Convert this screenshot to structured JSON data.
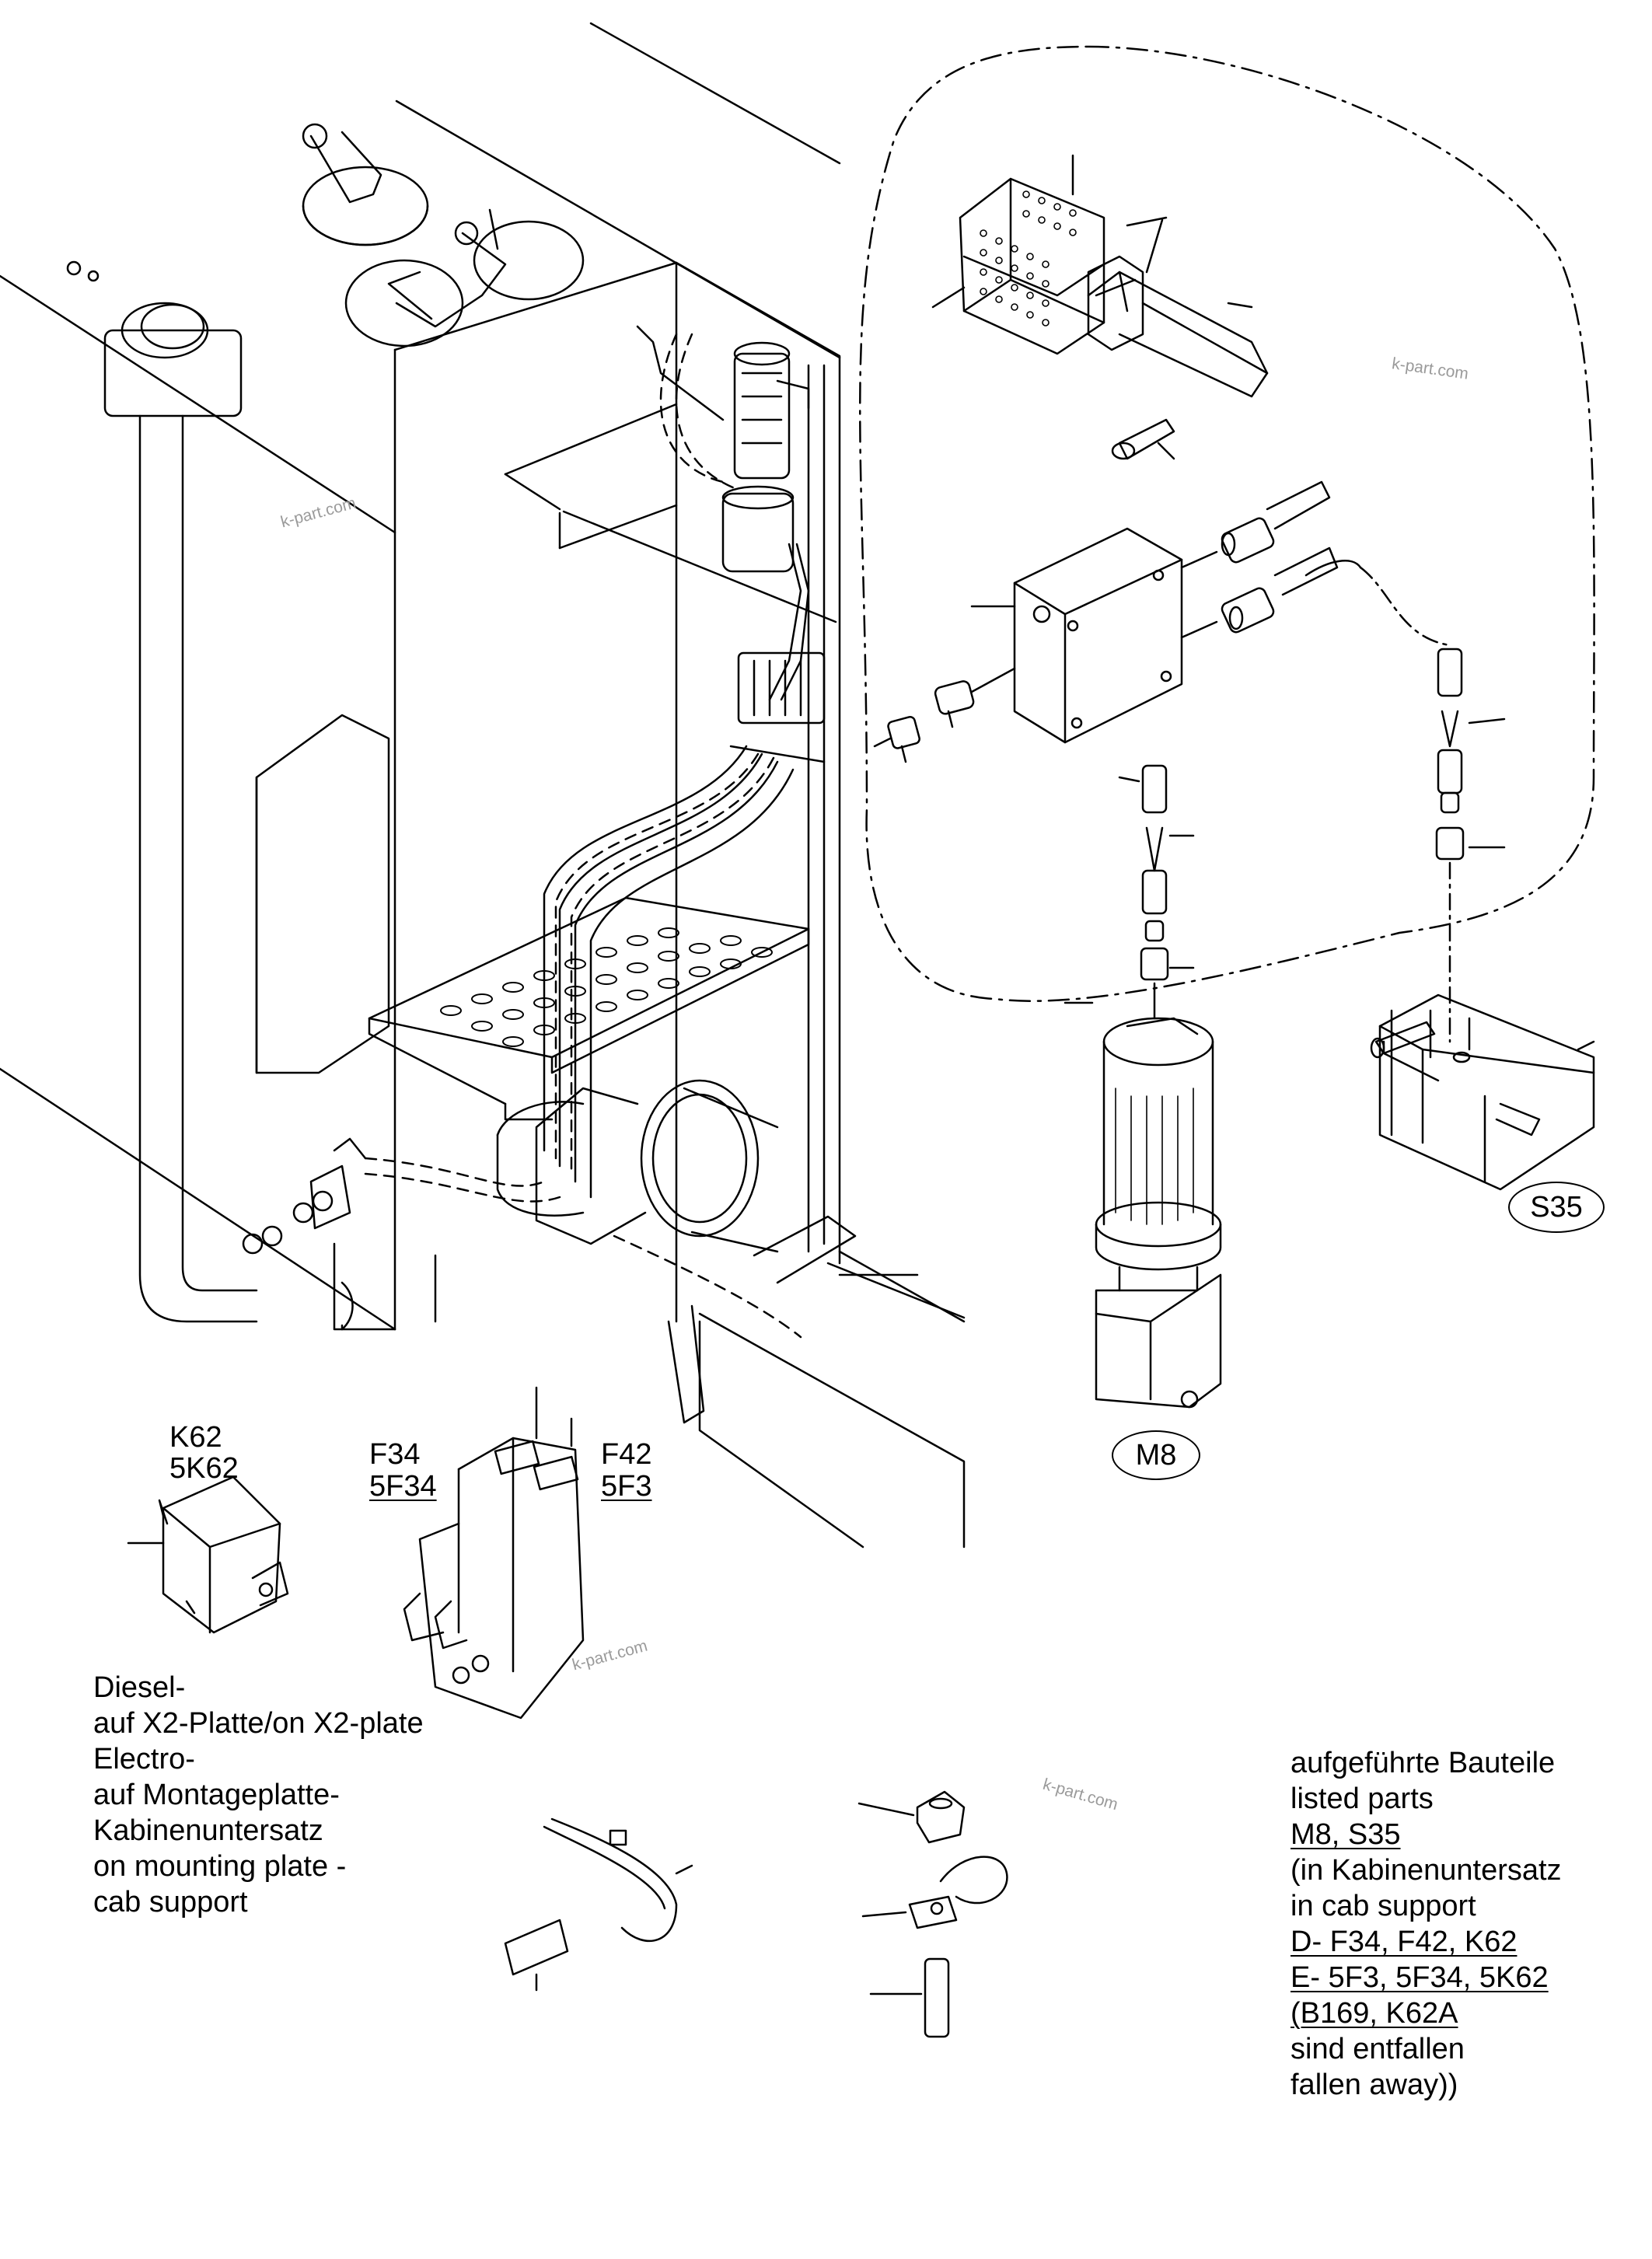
{
  "component_labels": {
    "k62": "K62",
    "k62_alt": "5K62",
    "f34": "F34",
    "f34_alt": "5F34",
    "f42": "F42",
    "f42_alt": "5F3",
    "m8": "M8",
    "s35": "S35"
  },
  "mounting_note": {
    "lines": [
      "Diesel-",
      "auf X2-Platte/on X2-plate",
      "Electro-",
      "auf Montageplatte-",
      "Kabinenuntersatz",
      "on mounting plate -",
      "cab support"
    ]
  },
  "parts_note": {
    "lines": [
      "aufgeführte Bauteile",
      "listed parts",
      "M8, S35",
      "(in Kabinenuntersatz",
      "in cab support",
      "D-  F34, F42, K62",
      "E-  5F3, 5F34, 5K62",
      "(B169, K62A",
      "sind entfallen",
      "fallen away))"
    ]
  },
  "watermark": "k-part.com"
}
